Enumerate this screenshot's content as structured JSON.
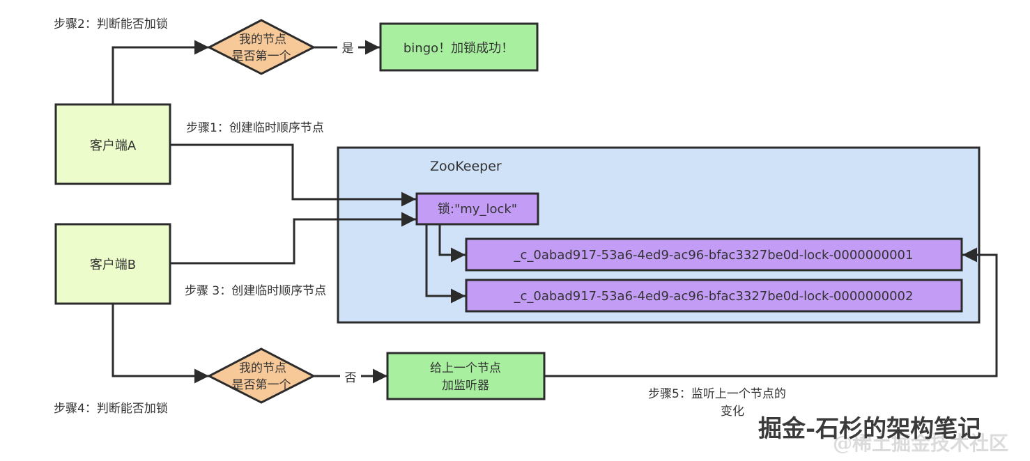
{
  "colors": {
    "client_fill": "#ecfccb",
    "green_fill": "#a8f0a0",
    "diamond_fill": "#f7c898",
    "zk_fill": "#cfe2f8",
    "node_fill": "#c39cf5",
    "stroke": "#2b2b2b",
    "text": "#333333"
  },
  "clients": {
    "a": "客户端A",
    "b": "客户端B"
  },
  "steps": {
    "step1": "步骤1：创建临时顺序节点",
    "step2": "步骤2：判断能否加锁",
    "step3": "步骤 3：创建临时顺序节点",
    "step4": "步骤4：判断能否加锁",
    "step5_line1": "步骤5：监听上一个节点的",
    "step5_line2": "变化"
  },
  "decisions": {
    "top": {
      "line1": "我的节点",
      "line2": "是否第一个",
      "edge_label": "是"
    },
    "bottom": {
      "line1": "我的节点",
      "line2": "是否第一个",
      "edge_label": "否"
    }
  },
  "results": {
    "success": "bingo！加锁成功！",
    "watch_line1": "给上一个节点",
    "watch_line2": "加监听器"
  },
  "zookeeper": {
    "title": "ZooKeeper",
    "lock_node": "锁:\"my_lock\"",
    "children": [
      "_c_0abad917-53a6-4ed9-ac96-bfac3327be0d-lock-0000000001",
      "_c_0abad917-53a6-4ed9-ac96-bfac3327be0d-lock-0000000002"
    ]
  },
  "watermark": {
    "main": "掘金-石杉的架构笔记",
    "sub": "@稀土掘金技术社区"
  }
}
